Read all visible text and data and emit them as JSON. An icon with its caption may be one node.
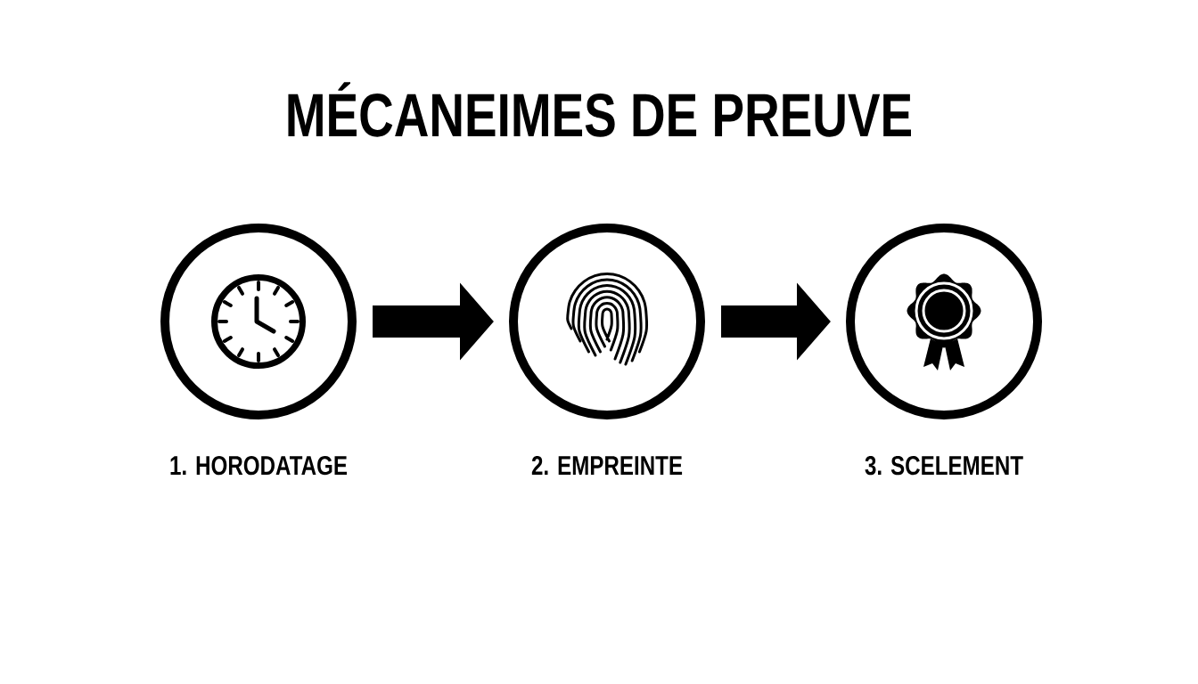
{
  "diagram": {
    "title": "MÉCANEIMES DE PREUVE",
    "nodes": [
      {
        "text": [
          "1. HORODATAGE"
        ]
      },
      {
        "text": [
          "2. EMPREINTE"
        ]
      },
      {
        "text": [
          "3. SCELEMENT"
        ]
      }
    ],
    "edges": [
      {
        "from": 0,
        "to": 1,
        "arrow": "to"
      },
      {
        "from": 1,
        "to": 2,
        "arrow": "to"
      }
    ]
  }
}
